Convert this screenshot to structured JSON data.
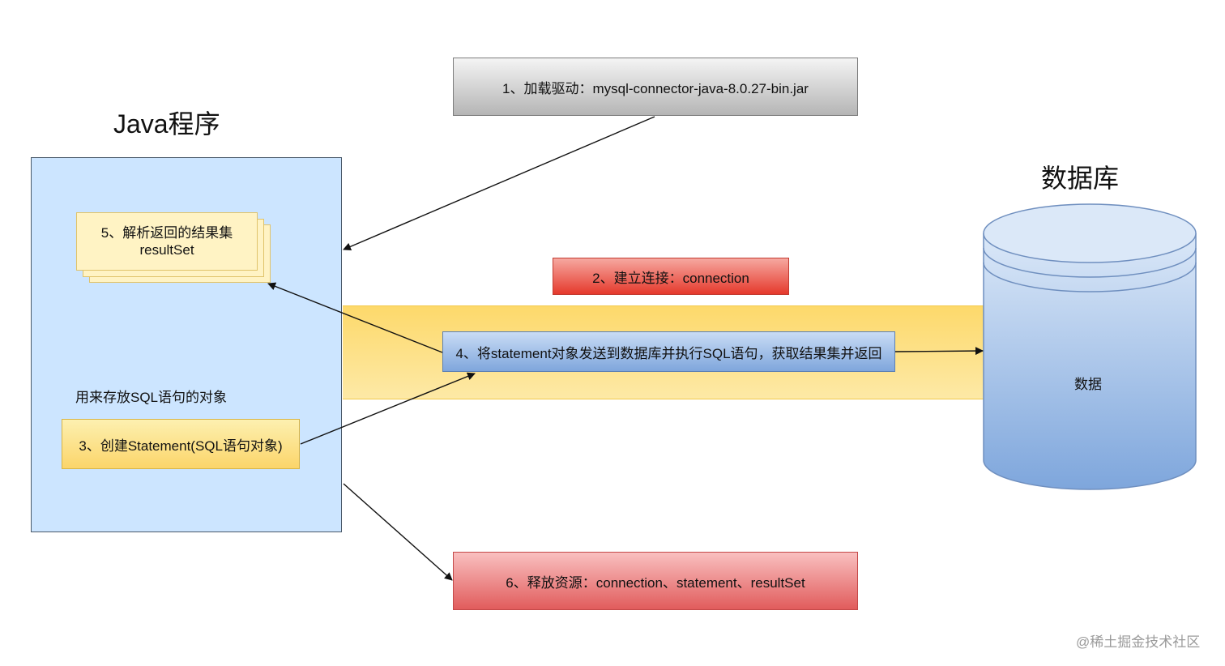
{
  "java_title": "Java程序",
  "db_title": "数据库",
  "db_label": "数据",
  "step1": "1、加载驱动：mysql-connector-java-8.0.27-bin.jar",
  "step2": "2、建立连接：connection",
  "step3": "3、创建Statement(SQL语句对象)",
  "step3_note": "用来存放SQL语句的对象",
  "step4": "4、将statement对象发送到数据库并执行SQL语句，获取结果集并返回",
  "step5_line1": "5、解析返回的结果集",
  "step5_line2": "resultSet",
  "step6": "6、释放资源：connection、statement、resultSet",
  "watermark": "@稀土掘金技术社区",
  "colors": {
    "java_panel": "#cce5ff",
    "channel": "#fdd96b",
    "step1_fill": "#cfcfcf",
    "step2_fill": "#ea4a3e",
    "step3_fill": "#fde58a",
    "step4_fill": "#8fb2e3",
    "step5_fill": "#fff3c4",
    "step6_fill": "#ea6d6d",
    "db_fill": "#a9c6ea"
  }
}
